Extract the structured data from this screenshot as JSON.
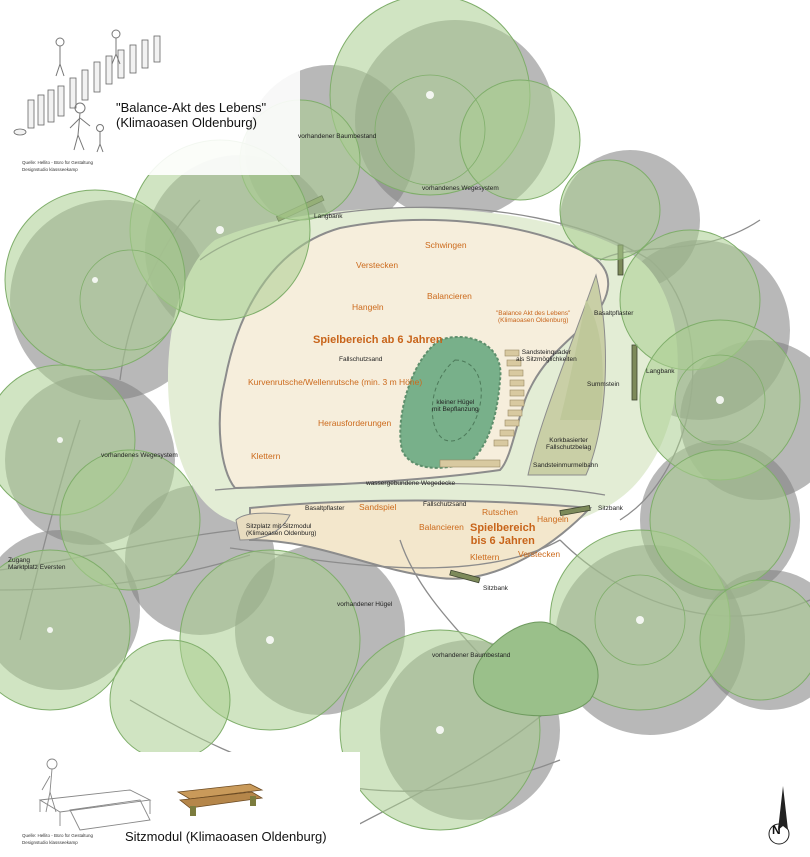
{
  "colors": {
    "tree_canopy": "#a9cd8f",
    "tree_shadow": "#8a8a8a",
    "play_sand": "#f6eedc",
    "lawn": "#dbe8c9",
    "hill": "#78b08a",
    "path": "#8c8c8c",
    "activity_text": "#cc6a1c",
    "heading_text": "#c8641a"
  },
  "header": {
    "title_line1": "\"Balance-Akt des Lebens\"",
    "title_line2": "(Klimaoasen Oldenburg)",
    "source_line1": "Quelle: Hellito - Büro für Gestaltung",
    "source_line2": "Designstudio klassseekamp"
  },
  "footer": {
    "title": "Sitzmodul (Klimaoasen Oldenburg)",
    "source_line1": "Quelle: Hellito - Büro für Gestaltung",
    "source_line2": "Designstudio klassseekamp"
  },
  "labels": {
    "vorhandener_baumbestand_top": "vorhandener Baumbestand",
    "vorhandenes_wegesystem_top": "vorhandenes Wegesystem",
    "langbank_top": "Langbank",
    "langbank_right": "Langbank",
    "basaltpflaster_right": "Basaltpflaster",
    "sandsteinquader_1": "Sandsteinquader",
    "sandsteinquader_2": "als Sitzmöglichkeiten",
    "fallschutzsand_top": "Fallschutzsand",
    "summstein": "Summstein",
    "hill_1": "kleiner Hügel",
    "hill_2": "mit Bepflanzung",
    "kork_1": "Korkbasierter",
    "kork_2": "Fallschutzbelag",
    "sandsteinmurmelbahn": "Sandsteinmurmelbahn",
    "wegedecke": "wassergebundene Wegedecke",
    "vorhandenes_wegesystem_left": "vorhandenes Wegesystem",
    "basaltpflaster_lower": "Basaltpflaster",
    "fallschutzsand_lower": "Fallschutzsand",
    "sitzbank_right": "Sitzbank",
    "sitzplatz_1": "Sitzplatz mit Sitzmodul",
    "sitzplatz_2": "(Klimaoasen Oldenburg)",
    "zugang_1": "Zugang",
    "zugang_2": "Marktplatz Eversten",
    "sitzbank_lower": "Sitzbank",
    "vorhandener_huegel": "vorhandener Hügel",
    "vorhandener_baumbestand_lower": "vorhandener Baumbestand",
    "balance_1": "\"Balance Akt des Lebens\"",
    "balance_2": "(Klimaoasen Oldenburg)"
  },
  "activities_upper": {
    "schwingen": "Schwingen",
    "verstecken": "Verstecken",
    "hangeln": "Hangeln",
    "balancieren": "Balancieren",
    "rutsche": "Kurvenrutsche/Wellenrutsche (min. 3 m Höhe)",
    "herausforderungen": "Herausforderungen",
    "klettern": "Klettern"
  },
  "activities_lower": {
    "sandspiel": "Sandspiel",
    "rutschen": "Rutschen",
    "hangeln": "Hangeln",
    "balancieren": "Balancieren",
    "klettern": "Klettern",
    "verstecken": "Verstecken"
  },
  "zones": {
    "upper_title": "Spielbereich ab 6 Jahren",
    "lower_title_1": "Spielbereich",
    "lower_title_2": "bis 6 Jahren"
  },
  "north_arrow": {
    "letter": "N"
  }
}
